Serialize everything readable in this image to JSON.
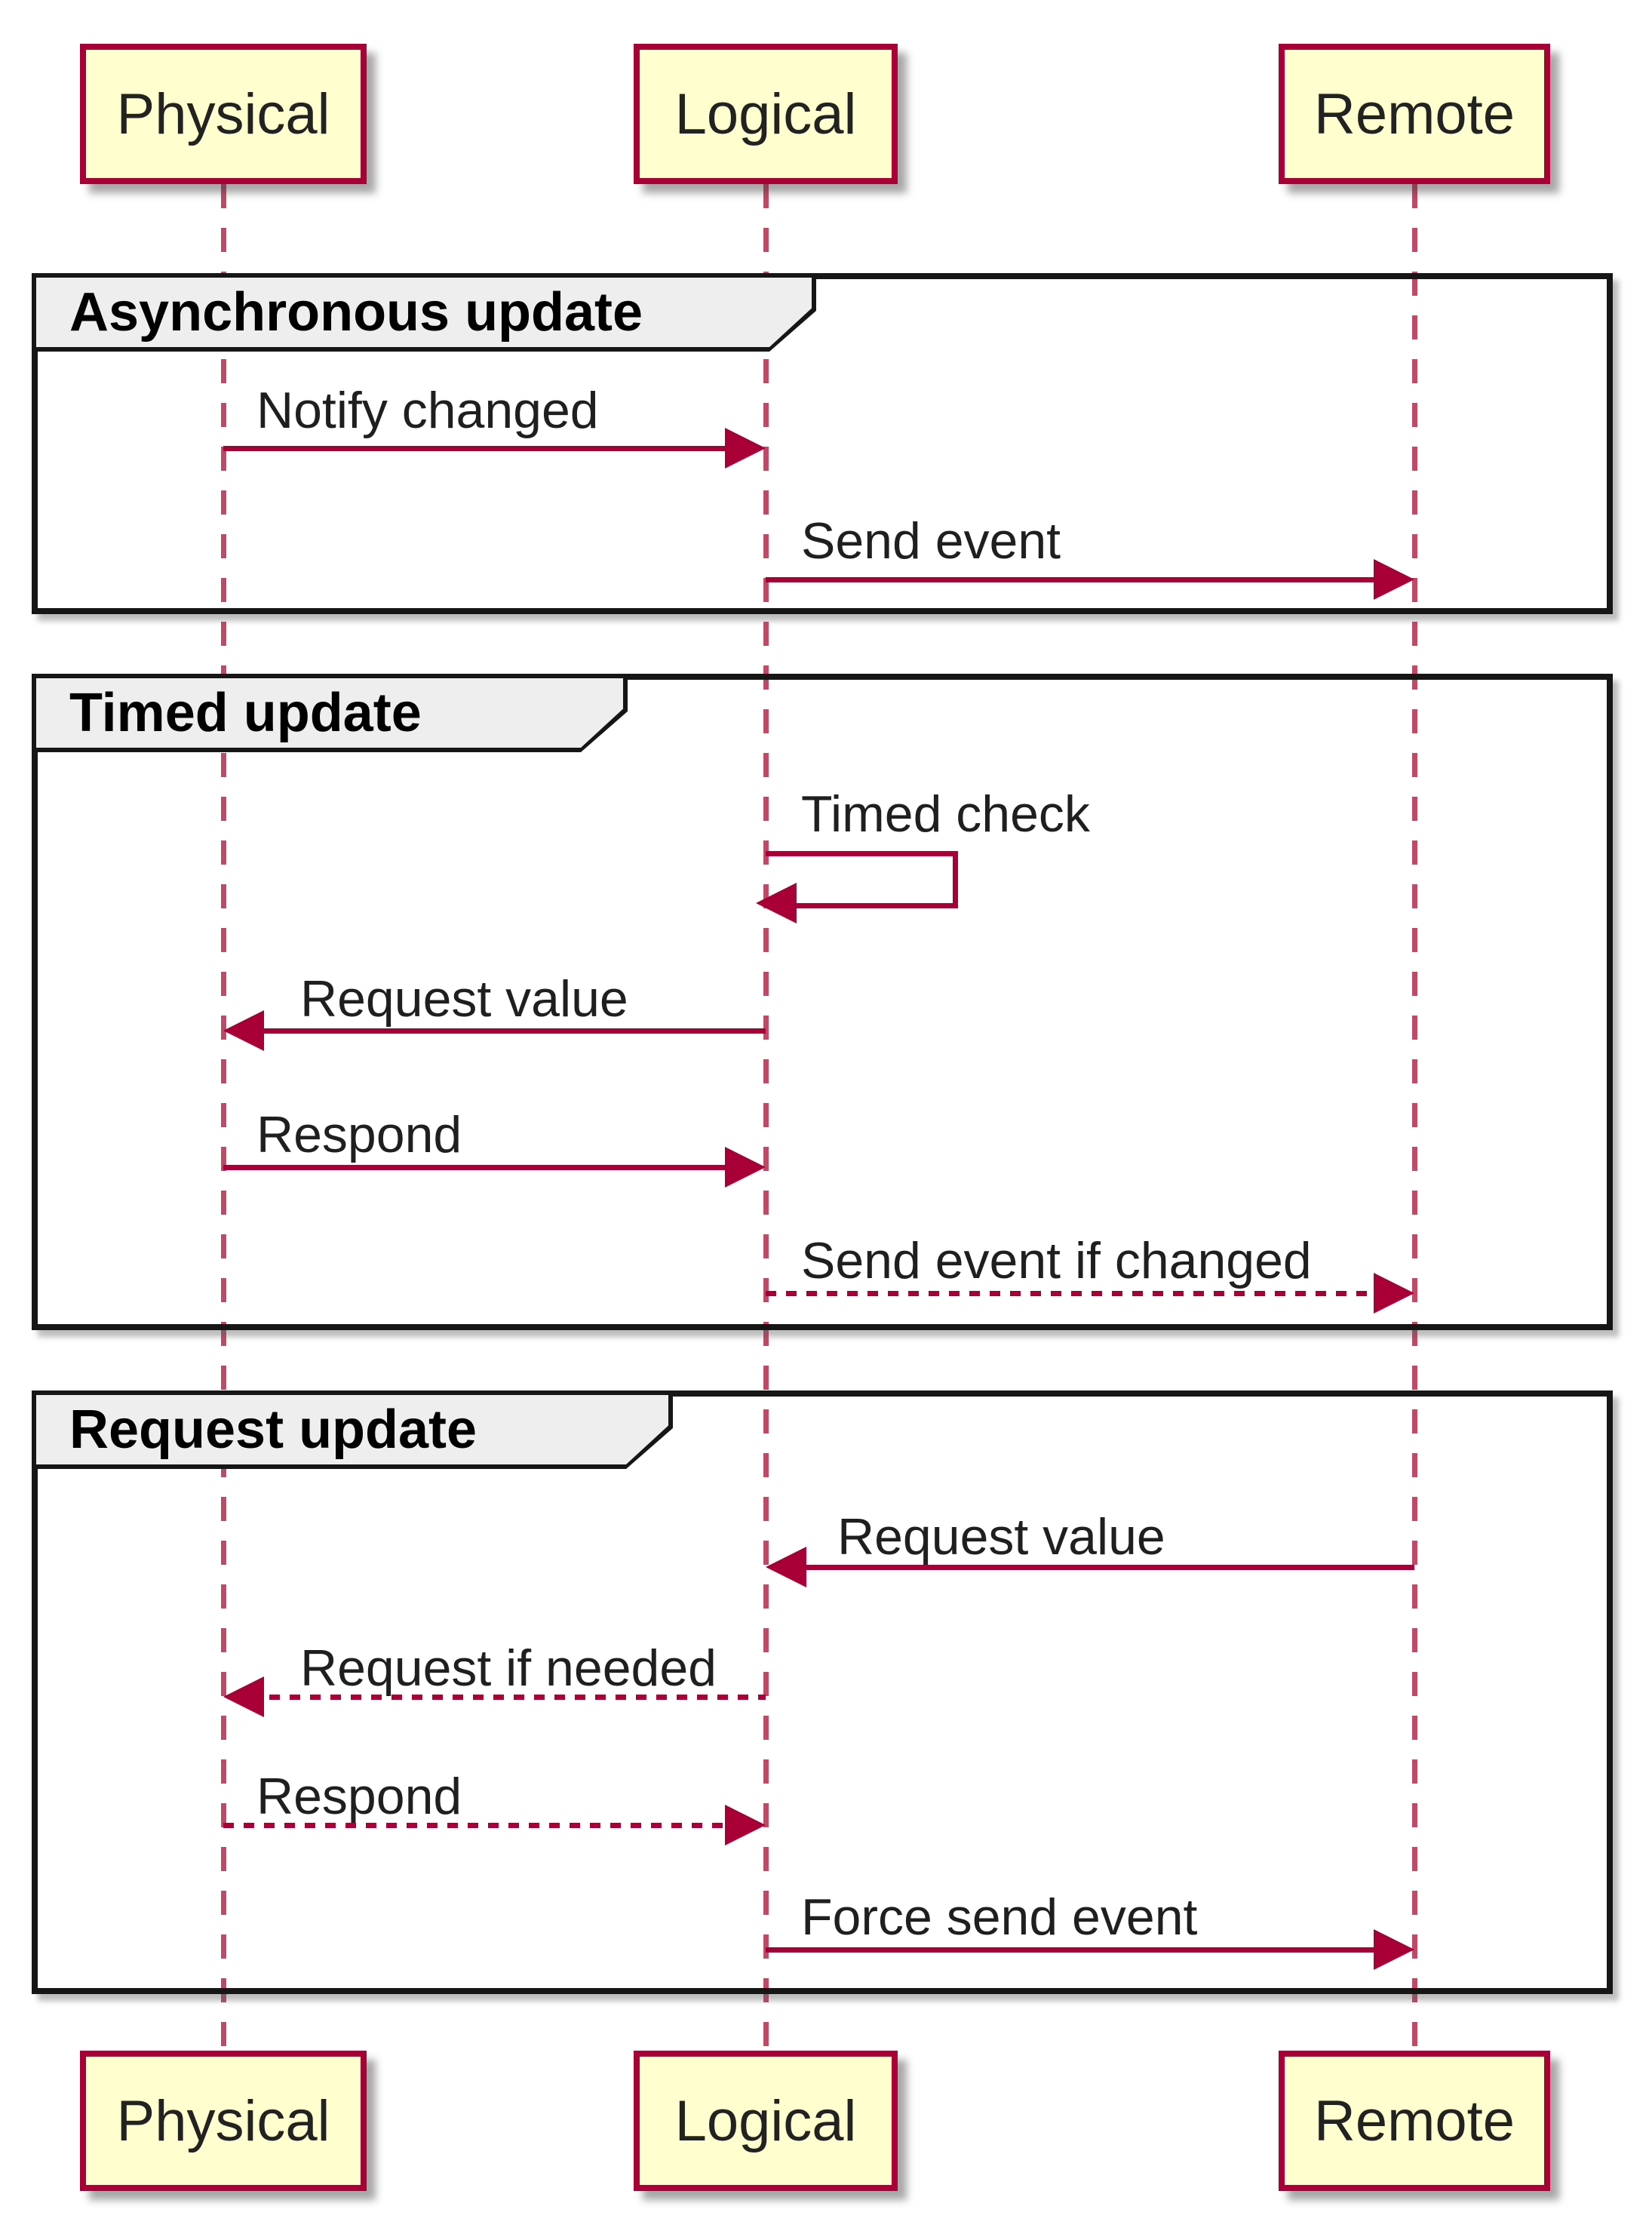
{
  "diagram": {
    "type": "sequence",
    "participants": [
      {
        "name": "Physical"
      },
      {
        "name": "Logical"
      },
      {
        "name": "Remote"
      }
    ],
    "frames": [
      {
        "title": "Asynchronous update",
        "messages": [
          {
            "label": "Notify changed",
            "from": "Physical",
            "to": "Logical",
            "line": "solid"
          },
          {
            "label": "Send event",
            "from": "Logical",
            "to": "Remote",
            "line": "solid"
          }
        ]
      },
      {
        "title": "Timed update",
        "messages": [
          {
            "label": "Timed check",
            "from": "Logical",
            "to": "Logical",
            "line": "solid"
          },
          {
            "label": "Request value",
            "from": "Logical",
            "to": "Physical",
            "line": "solid"
          },
          {
            "label": "Respond",
            "from": "Physical",
            "to": "Logical",
            "line": "solid"
          },
          {
            "label": "Send event if changed",
            "from": "Logical",
            "to": "Remote",
            "line": "dotted"
          }
        ]
      },
      {
        "title": "Request update",
        "messages": [
          {
            "label": "Request value",
            "from": "Remote",
            "to": "Logical",
            "line": "solid"
          },
          {
            "label": "Request if needed",
            "from": "Logical",
            "to": "Physical",
            "line": "dotted"
          },
          {
            "label": "Respond",
            "from": "Physical",
            "to": "Logical",
            "line": "dotted"
          },
          {
            "label": "Force send event",
            "from": "Logical",
            "to": "Remote",
            "line": "solid"
          }
        ]
      }
    ],
    "colors": {
      "participant_fill": "#FEFECE",
      "participant_border": "#A80036",
      "arrow": "#A80036",
      "lifeline": "#BF4A67",
      "frame_border": "#161616",
      "frame_tab_fill": "#EEEEEE",
      "text": "#1F1F1F"
    }
  }
}
